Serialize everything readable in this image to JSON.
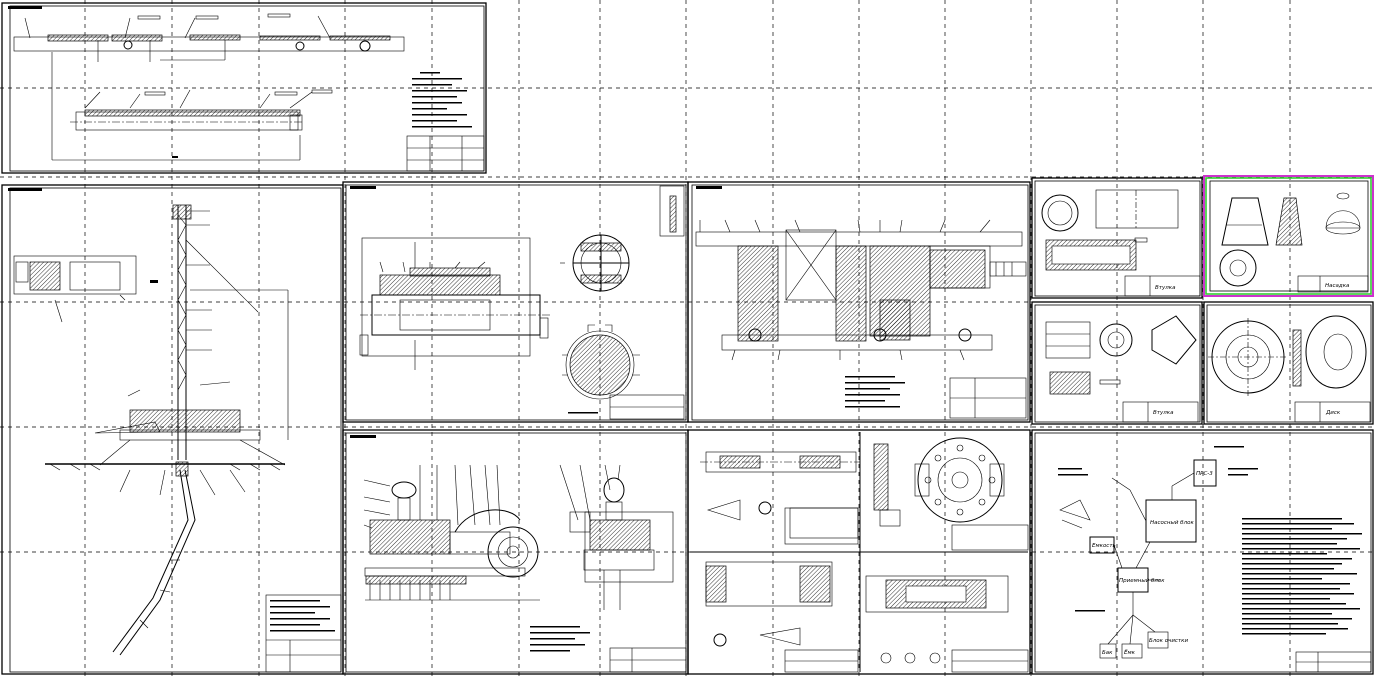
{
  "canvas": {
    "background": "#ffffff",
    "line_color": "#000000",
    "selection_outer_color": "#cc33cc",
    "selection_inner_color": "#33cc33"
  },
  "sheets": [
    {
      "id": "sheet-pipe-assembly"
    },
    {
      "id": "sheet-drilling-rig"
    },
    {
      "id": "sheet-swivel-section"
    },
    {
      "id": "sheet-rotary-table"
    },
    {
      "id": "sheet-part-sleeve"
    },
    {
      "id": "sheet-part-nozzle"
    },
    {
      "id": "sheet-part-spline"
    },
    {
      "id": "sheet-part-disc"
    },
    {
      "id": "sheet-mud-pump"
    },
    {
      "id": "sheet-shaft-details"
    },
    {
      "id": "sheet-block-diagram"
    }
  ],
  "block_diagram": {
    "blocks": [
      {
        "id": "main-block",
        "label": "Насосный блок"
      },
      {
        "id": "top-right-block",
        "label": "ПРС-3"
      },
      {
        "id": "left-block",
        "label": "Емкость"
      },
      {
        "id": "mid-block",
        "label": "Приемный блок"
      },
      {
        "id": "small-block",
        "label": "Блок очистки"
      },
      {
        "id": "bottom-left-block",
        "label": "Бак"
      },
      {
        "id": "bottom-mid-block",
        "label": "Ёмк"
      }
    ]
  },
  "title_blocks": [
    {
      "sheet": "sheet-part-sleeve",
      "name": "Втулка"
    },
    {
      "sheet": "sheet-part-nozzle",
      "name": "Насадка"
    },
    {
      "sheet": "sheet-part-spline",
      "name": "Втулка"
    },
    {
      "sheet": "sheet-part-disc",
      "name": "Диск"
    }
  ]
}
